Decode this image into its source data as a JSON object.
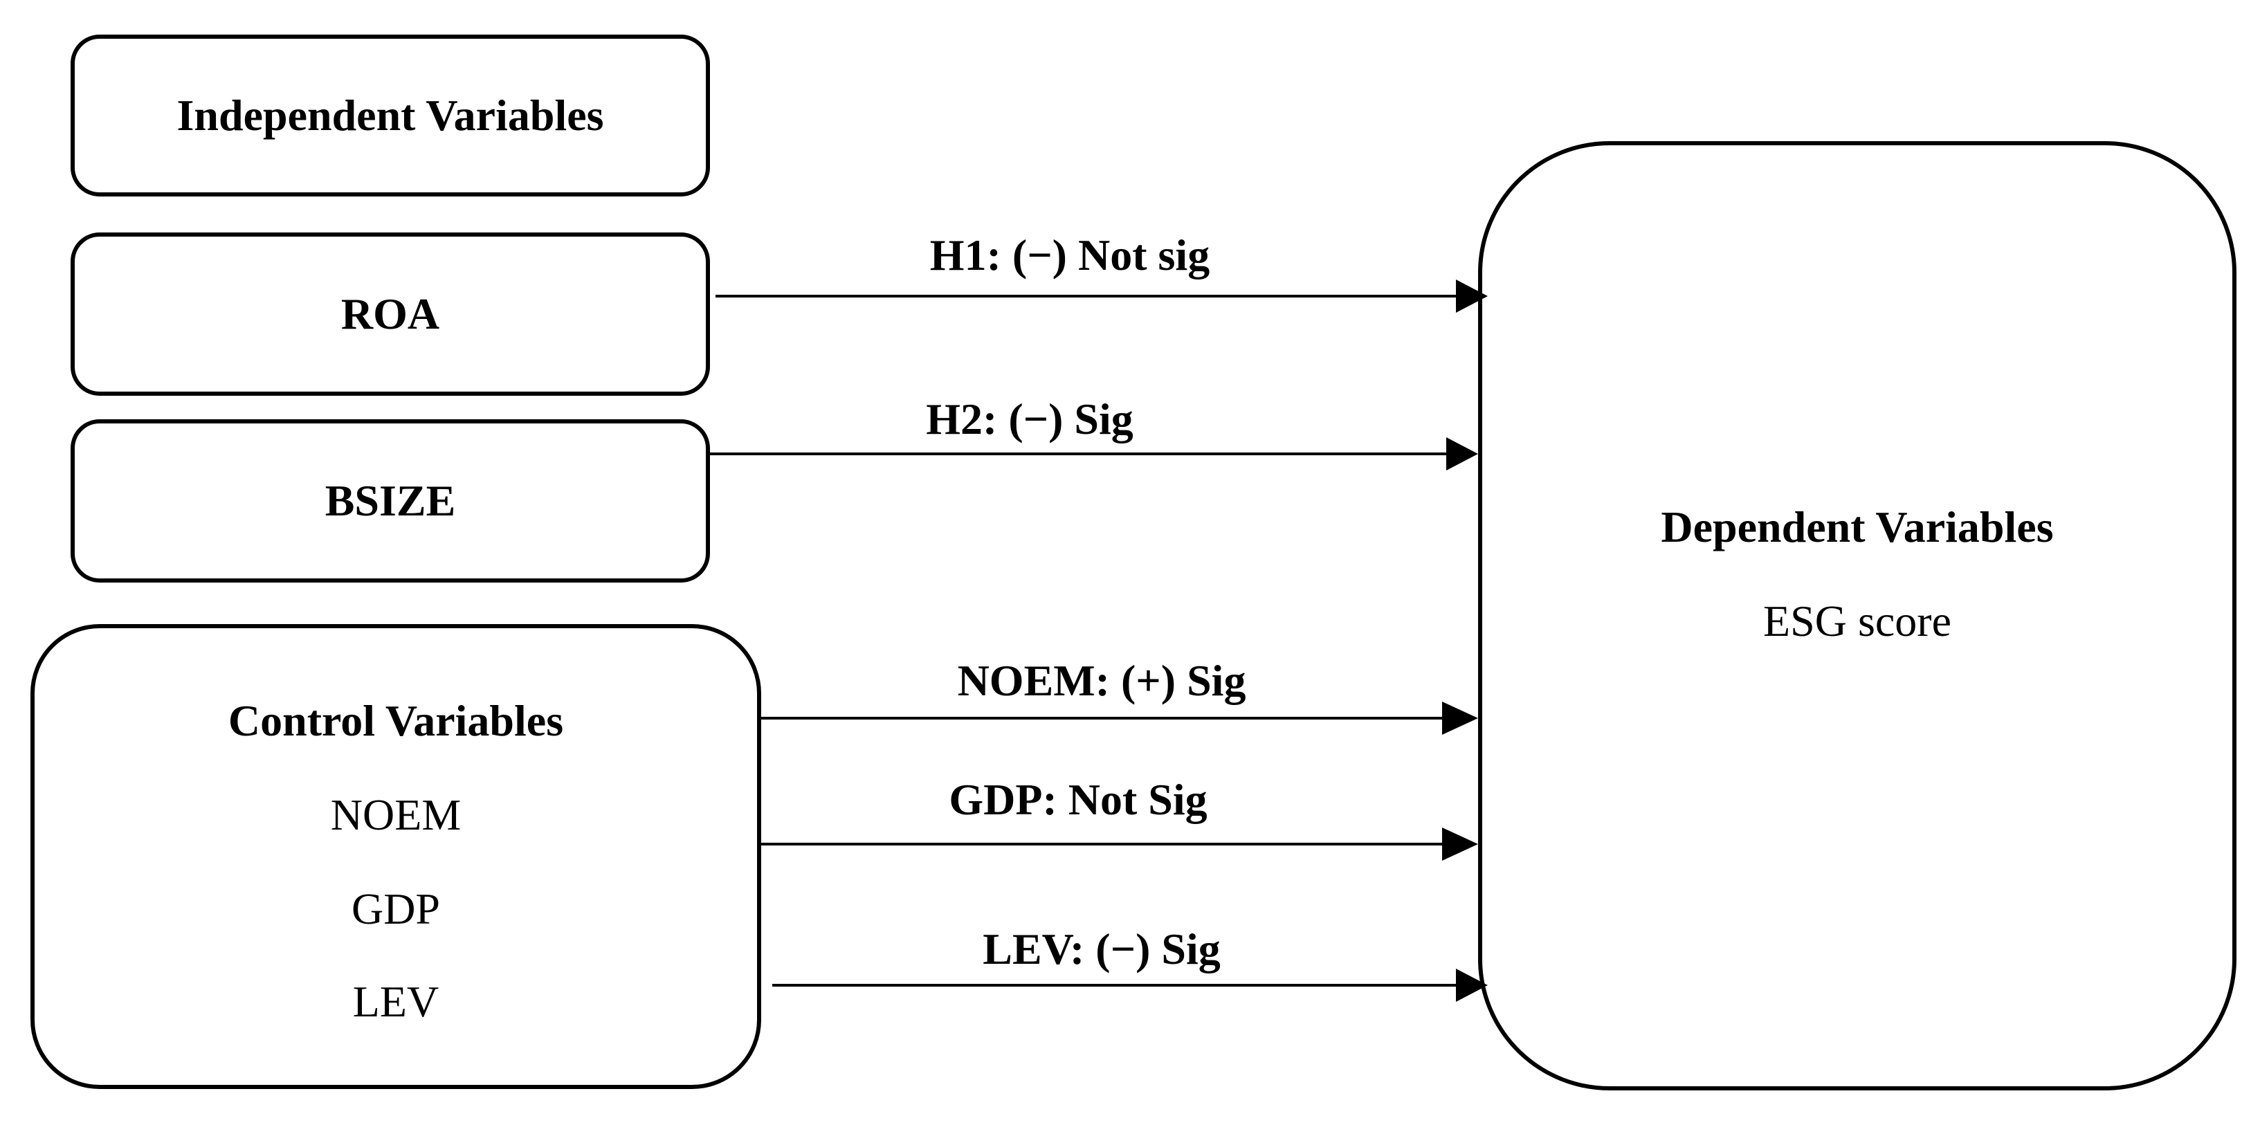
{
  "independent": {
    "title": "Independent Variables"
  },
  "roa": {
    "label": "ROA"
  },
  "bsize": {
    "label": "BSIZE"
  },
  "control": {
    "title": "Control Variables",
    "items": [
      "NOEM",
      "GDP",
      "LEV"
    ]
  },
  "dependent": {
    "title": "Dependent Variables",
    "subtitle": "ESG score"
  },
  "arrows": {
    "h1": "H1: (−) Not sig",
    "h2": "H2: (−) Sig",
    "noem": "NOEM: (+) Sig",
    "gdp": "GDP: Not Sig",
    "lev": "LEV: (−) Sig"
  }
}
